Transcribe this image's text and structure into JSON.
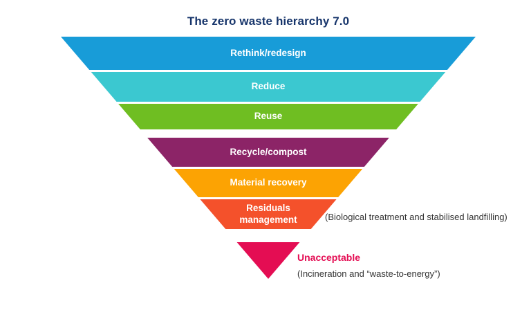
{
  "title": "The zero waste hierarchy 7.0",
  "title_color": "#17356B",
  "bands": [
    {
      "label": "Rethink/redesign",
      "color": "#189CD8"
    },
    {
      "label": "Reduce",
      "color": "#3BC8D0"
    },
    {
      "label": "Reuse",
      "color": "#6FBE22"
    },
    {
      "label": "Recycle/compost",
      "color": "#8C2467"
    },
    {
      "label": "Material recovery",
      "color": "#FCA303"
    },
    {
      "label": "Residuals management",
      "color": "#F4512B"
    },
    {
      "label": "",
      "color": "#E40D53"
    }
  ],
  "annotations": {
    "residuals_note": "(Biological treatment and stabilised landfilling)",
    "unacceptable_label": "Unacceptable",
    "unacceptable_color": "#E40D53",
    "unacceptable_note": "(Incineration and “waste-to-energy”)"
  }
}
